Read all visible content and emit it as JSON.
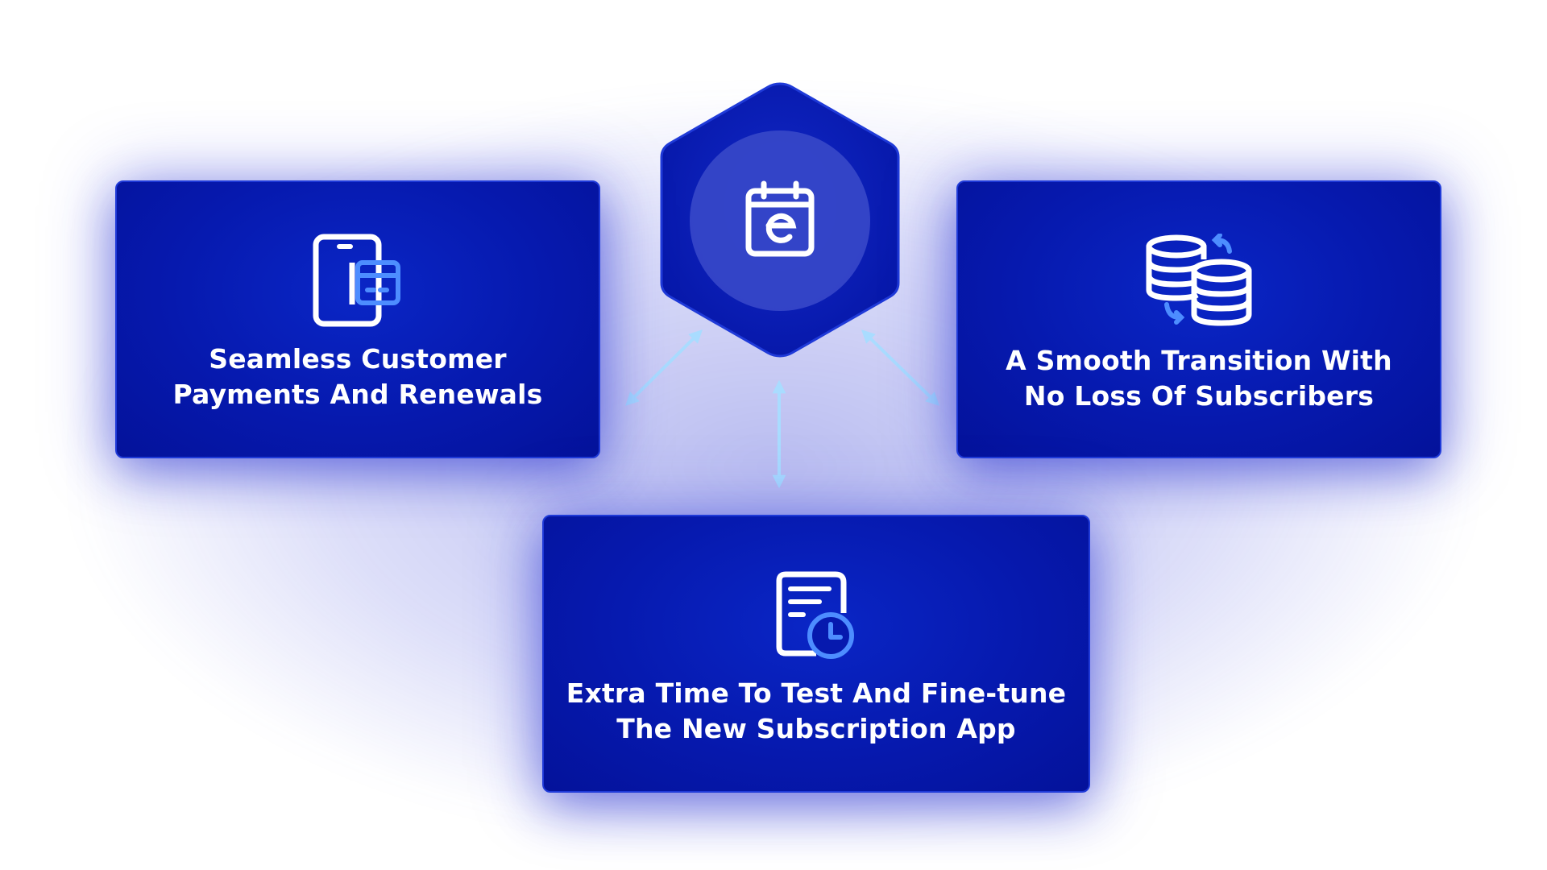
{
  "center": {
    "icon": "calendar-e-icon"
  },
  "cards": [
    {
      "id": "left",
      "icon": "phone-card-icon",
      "text": "Seamless Customer\nPayments And Renewals"
    },
    {
      "id": "right",
      "icon": "database-sync-icon",
      "text": "A Smooth Transition With\nNo Loss Of Subscribers"
    },
    {
      "id": "bottom",
      "icon": "document-clock-icon",
      "text": "Extra Time To Test And Fine-tune\nThe New Subscription App"
    }
  ],
  "colors": {
    "card_bg": "#0619ae",
    "hex_bg": "#0b1fb8",
    "hex_inner": "#3748c9",
    "icon_white": "#ffffff",
    "icon_accent": "#4d8dff",
    "arrow": "#a9dcff"
  }
}
